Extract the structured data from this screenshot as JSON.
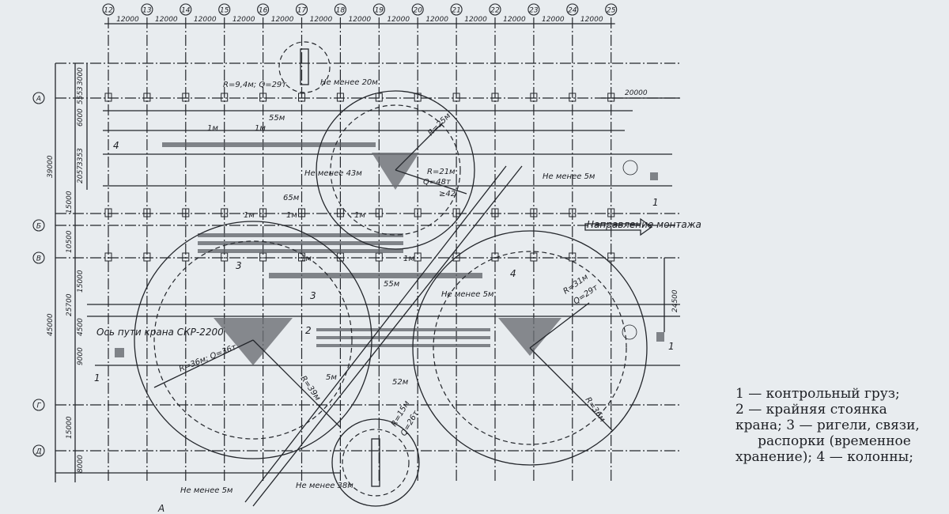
{
  "columns": [
    "12",
    "13",
    "14",
    "15",
    "16",
    "17",
    "18",
    "19",
    "20",
    "21",
    "22",
    "23",
    "24",
    "25"
  ],
  "column_spacing_label": "12000",
  "rows": [
    "А",
    "Б",
    "В",
    "Г",
    "Д"
  ],
  "left_dimensions": [
    "3000",
    "5553",
    "6000",
    "39000",
    "3353",
    "2057",
    "15000",
    "10500",
    "15000",
    "25700",
    "45000",
    "4500",
    "9000",
    "15000",
    "8000"
  ],
  "right_dimensions": [
    "20000",
    "24500"
  ],
  "annotations": {
    "crane_small": "R=9,4м; Q=29т",
    "min20": "Не менее 20м",
    "len55_top": "55м",
    "one_m": "1м",
    "r25": "R=25м",
    "min43": "Не менее 43м",
    "r21": "R=21м",
    "q48": "Q=48т",
    "ge42": "≥42",
    "min5_top": "Не менее 5м",
    "len65": "65м",
    "direction": "Направление монтажа",
    "len55_mid": "55м",
    "min5_mid": "Не менее 5м",
    "r31": "R=31м",
    "q29": "Q=29т",
    "crane_axis": "Ось пути крана СКР-2200",
    "r36q36": "R=36м; Q=36т",
    "r39": "R=39м",
    "len5": "5м",
    "len52": "52м",
    "r36": "R=36м",
    "r15": "R=15м",
    "q26": "Q=26т",
    "min5_bottom": "Не менее 5м",
    "min38": "Не менее 38м",
    "section": "А",
    "n1": "1",
    "n2": "2",
    "n3": "3",
    "n4": "4"
  },
  "legend": [
    "1 — контрольный груз;",
    "2 — крайняя стоянка",
    "крана; 3 — ригели, связи,",
    "распорки (временное",
    "хранение); 4 — колонны;"
  ]
}
